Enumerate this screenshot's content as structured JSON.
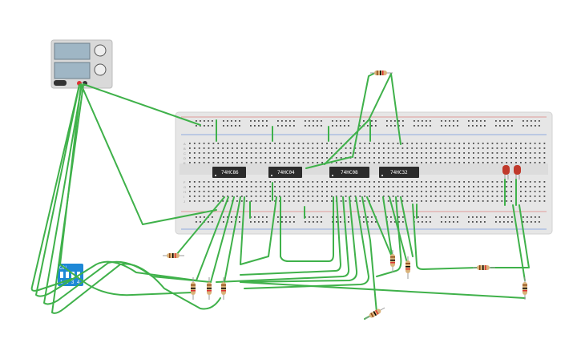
{
  "chips": [
    {
      "id": "ic1",
      "label": "74HC86"
    },
    {
      "id": "ic2",
      "label": "74HC04"
    },
    {
      "id": "ic3",
      "label": "74HC08"
    },
    {
      "id": "ic4",
      "label": "74HC32"
    }
  ],
  "dip_switch": {
    "on_label": "ON",
    "numbers": [
      "1",
      "2",
      "3",
      "4"
    ]
  },
  "breadboard": {
    "row_letters_top": [
      "A",
      "B",
      "C",
      "D",
      "E"
    ],
    "row_letters_bottom": [
      "F",
      "G",
      "H",
      "I",
      "J"
    ]
  },
  "leds": [
    {
      "id": "led1",
      "color": "#c0392b"
    },
    {
      "id": "led2",
      "color": "#c0392b"
    }
  ],
  "colors": {
    "wire": "#3fb14a",
    "breadboard": "#e6e6e6",
    "chip": "#2b2b2b",
    "dip_switch": "#1e88d6",
    "power_supply": "#d8d8d8"
  }
}
